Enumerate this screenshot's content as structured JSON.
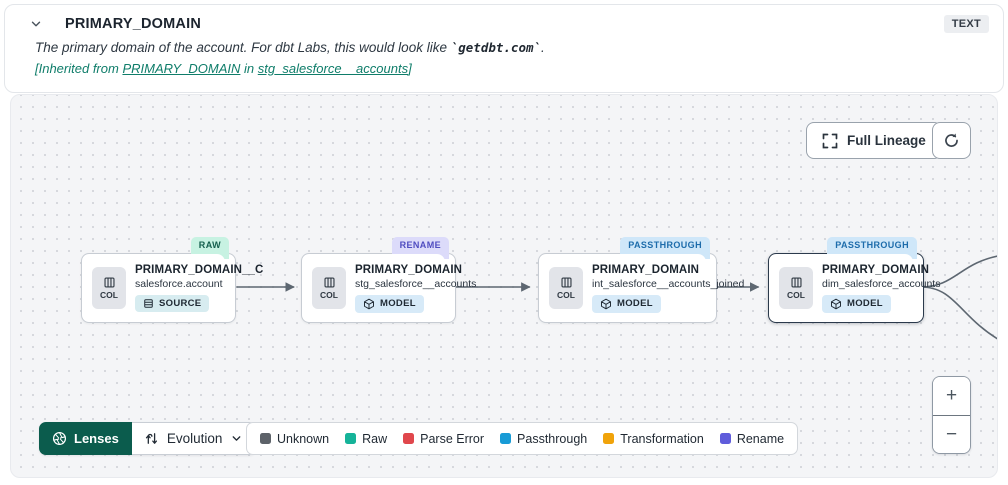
{
  "header": {
    "title": "PRIMARY_DOMAIN",
    "type_badge": "TEXT",
    "description_prefix": "The primary domain of the account. For dbt Labs, this would look like ",
    "description_code": "`getdbt.com`",
    "description_suffix": ".",
    "inherited_prefix": "[Inherited from ",
    "inherited_link_column": "PRIMARY_DOMAIN",
    "inherited_middle": " in ",
    "inherited_link_model": "stg_salesforce__accounts",
    "inherited_suffix": "]",
    "link_color": "#0f7d6a"
  },
  "canvas": {
    "full_lineage_label": "Full Lineage",
    "nodes": [
      {
        "status": "RAW",
        "status_type": "raw",
        "chip": "COL",
        "title": "PRIMARY_DOMAIN__C",
        "subtitle": "salesforce.account",
        "resource": "SOURCE"
      },
      {
        "status": "RENAME",
        "status_type": "rename",
        "chip": "COL",
        "title": "PRIMARY_DOMAIN",
        "subtitle": "stg_salesforce__accounts",
        "resource": "MODEL"
      },
      {
        "status": "PASSTHROUGH",
        "status_type": "passthrough",
        "chip": "COL",
        "title": "PRIMARY_DOMAIN",
        "subtitle": "int_salesforce__accounts_joined",
        "resource": "MODEL"
      },
      {
        "status": "PASSTHROUGH",
        "status_type": "passthrough",
        "chip": "COL",
        "title": "PRIMARY_DOMAIN",
        "subtitle": "dim_salesforce_accounts",
        "resource": "MODEL",
        "selected": true
      }
    ],
    "toolbar": {
      "lenses_label": "Lenses",
      "lens_selected": "Evolution"
    },
    "legend": [
      {
        "label": "Unknown",
        "color": "#5d6269"
      },
      {
        "label": "Raw",
        "color": "#15b399"
      },
      {
        "label": "Parse Error",
        "color": "#e0474c"
      },
      {
        "label": "Passthrough",
        "color": "#189bd6"
      },
      {
        "label": "Transformation",
        "color": "#f0a30a"
      },
      {
        "label": "Rename",
        "color": "#5f5cdb"
      }
    ],
    "zoom_in_label": "+",
    "zoom_out_label": "−",
    "edge_color": "#5d6771"
  }
}
